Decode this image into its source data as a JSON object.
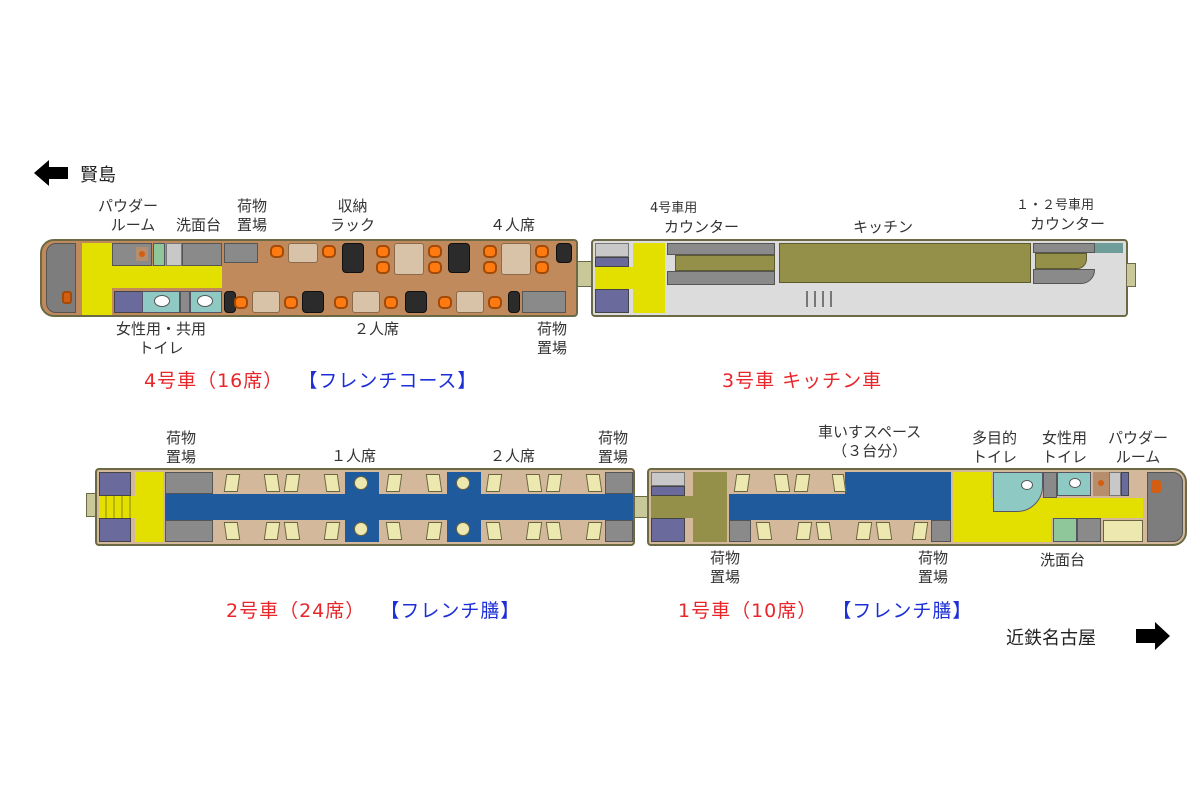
{
  "direction": {
    "left": {
      "label": "賢島",
      "icon": "arrow-left-icon"
    },
    "right": {
      "label": "近鉄名古屋",
      "icon": "arrow-right-icon"
    }
  },
  "cars": {
    "car4": {
      "title": "4号車（16席）",
      "course": "【フレンチコース】",
      "labels": {
        "powder_room_1": "パウダー",
        "powder_room_2": "ルーム",
        "washbasin": "洗面台",
        "luggage_top_1": "荷物",
        "luggage_top_2": "置場",
        "storage_rack_1": "収納",
        "storage_rack_2": "ラック",
        "four_seat": "４人席",
        "toilet_1": "女性用・共用",
        "toilet_2": "トイレ",
        "two_seat": "２人席",
        "luggage_bottom_1": "荷物",
        "luggage_bottom_2": "置場"
      }
    },
    "car3": {
      "title": "3号車 キッチン車",
      "labels": {
        "counter4_1": "4号車用",
        "counter4_2": "カウンター",
        "kitchen": "キッチン",
        "counter12_1": "１・２号車用",
        "counter12_2": "カウンター"
      }
    },
    "car2": {
      "title": "2号車（24席）",
      "course": "【フレンチ膳】",
      "labels": {
        "luggage_left_1": "荷物",
        "luggage_left_2": "置場",
        "one_seat": "１人席",
        "two_seat": "２人席",
        "luggage_right_1": "荷物",
        "luggage_right_2": "置場"
      }
    },
    "car1": {
      "title": "1号車（10席）",
      "course": "【フレンチ膳】",
      "labels": {
        "wheelchair_1": "車いすスペース",
        "wheelchair_2": "（３台分）",
        "multi_toilet_1": "多目的",
        "multi_toilet_2": "トイレ",
        "women_toilet_1": "女性用",
        "women_toilet_2": "トイレ",
        "powder_room_1": "パウダー",
        "powder_room_2": "ルーム",
        "luggage_left_1": "荷物",
        "luggage_left_2": "置場",
        "luggage_right_1": "荷物",
        "luggage_right_2": "置場",
        "washbasin": "洗面台"
      }
    }
  },
  "colors": {
    "title_red": "#e8262a",
    "title_blue": "#1c2fd6",
    "corridor_yellow": "#e3e000",
    "aisle_blue": "#1f5a9c",
    "floor_brown": "#c08a5c",
    "kitchen_olive": "#94904a",
    "chair_orange": "#ff7a10"
  }
}
